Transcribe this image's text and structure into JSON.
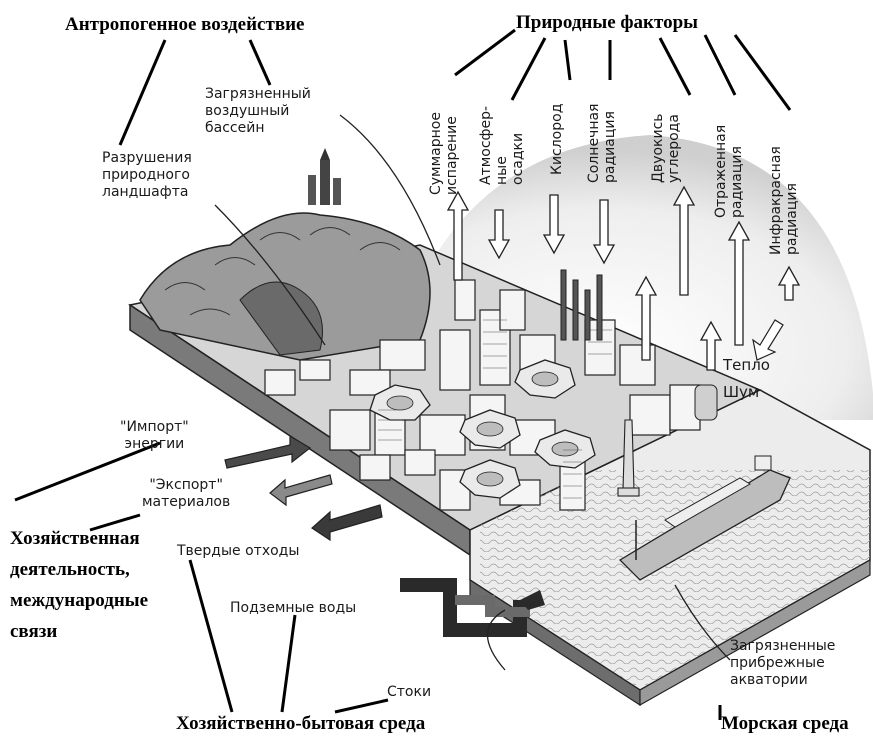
{
  "headers": {
    "anthropogenic": "Антропогенное воздействие",
    "natural_factors": "Природные факторы",
    "household_env": "Хозяйственно-бытовая среда",
    "marine_env": "Морская среда"
  },
  "side_heading": [
    "Хозяйственная",
    "деятельность,",
    "международные",
    "связи"
  ],
  "left_labels": {
    "polluted_air": [
      "Загрязненный",
      "воздушный",
      "бассейн"
    ],
    "landscape": [
      "Разрушения",
      "природного",
      "ландшафта"
    ]
  },
  "natural_labels": {
    "evaporation": [
      "Суммарное",
      "испарение"
    ],
    "precipitation": [
      "Атмосфер-",
      "ные",
      "осадки"
    ],
    "oxygen": [
      "Кислород"
    ],
    "solar": [
      "Солнечная",
      "радиация"
    ],
    "co2": [
      "Двуокись",
      "углерода"
    ],
    "reflected": [
      "Отраженная",
      "радиация"
    ],
    "infrared": [
      "Инфракрасная",
      "радиация"
    ]
  },
  "misc_labels": {
    "heat": "Тепло",
    "noise": "Шум",
    "energy_import": [
      "\"Импорт\"",
      "энергии"
    ],
    "material_export": [
      "\"Экспорт\"",
      "материалов"
    ],
    "solid_waste": "Твердые отходы",
    "groundwater": "Подземные воды",
    "sewage": "Стоки",
    "coastal_waters": [
      "Загрязненные",
      "прибрежные",
      "акватории"
    ]
  },
  "colors": {
    "ink": "#1a1a1a",
    "sea": "#e2e2e2",
    "dome": "#dcdcdc",
    "block": "#bdbdbd",
    "shade": "#8c8c8c"
  }
}
